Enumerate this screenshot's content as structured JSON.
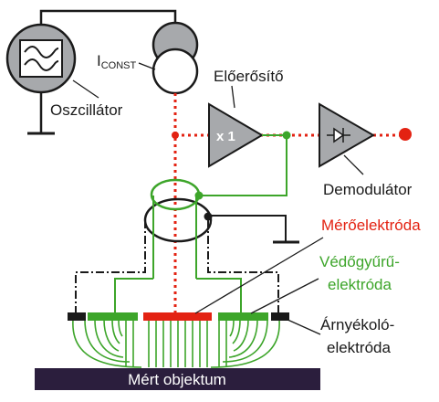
{
  "labels": {
    "oscillator": "Oszcillátor",
    "iconst_main": "I",
    "iconst_sub": "CONST",
    "preamp": "Előerősítő",
    "preamp_gain": "x 1",
    "demodulator": "Demodulátor",
    "measuring_electrode": "Mérőelektróda",
    "guard_ring_line1": "Védőgyűrű-",
    "guard_ring_line2": "elektróda",
    "shield_line1": "Árnyékoló-",
    "shield_line2": "elektróda",
    "measured_object": "Mért objektum"
  },
  "colors": {
    "signal_red": "#e32212",
    "guard_green": "#3da52a",
    "component_gray": "#a7a9ac",
    "object_fill": "#2b1e3d",
    "wire_black": "#1a1a1a"
  },
  "icons": {
    "oscillator": "sine-wave-source-icon",
    "current_source": "current-source-icon",
    "preamp": "triangle-amplifier-icon",
    "demodulator": "diode-demodulator-icon",
    "ground": "ground-icon"
  }
}
